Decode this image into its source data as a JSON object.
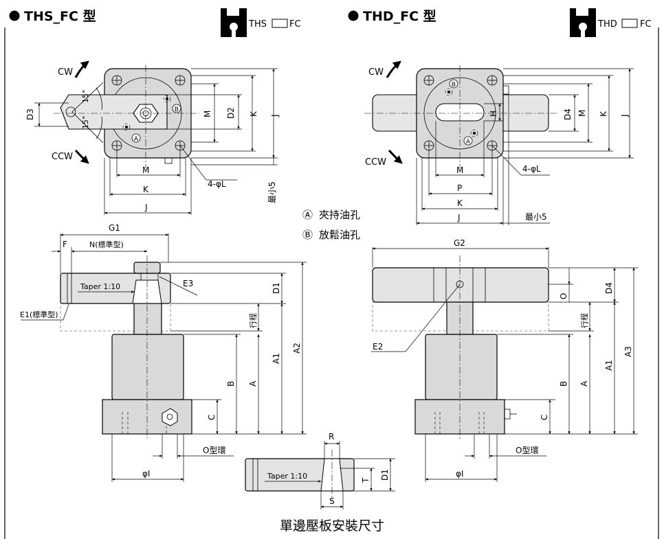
{
  "headings": {
    "ths": "THS_FC 型",
    "thd": "THD_FC 型"
  },
  "model_codes": {
    "ths_prefix": "THS",
    "ths_suffix": "FC",
    "thd_prefix": "THD",
    "thd_suffix": "FC"
  },
  "legend": {
    "a_mark": "Ⓐ",
    "a_text": "夾持油孔",
    "b_mark": "Ⓑ",
    "b_text": "放鬆油孔"
  },
  "caption": "單邊壓板安裝尺寸",
  "labels": {
    "cw": "CW",
    "ccw": "CCW",
    "d2": "D2",
    "d3": "D3",
    "d4": "D4",
    "m": "M",
    "k": "K",
    "j": "J",
    "h": "H",
    "p": "P",
    "l4": "4-φL",
    "min5": "最小5",
    "deg15a": "15°",
    "deg15b": "15°",
    "a_circ": "A",
    "b_circ": "B",
    "g1": "G1",
    "g2": "G2",
    "f": "F",
    "n_std": "N(標準型)",
    "e1_std": "E1(標準型)",
    "e2": "E2",
    "e3": "E3",
    "taper": "Taper 1:10",
    "d1": "D1",
    "stroke": "行程",
    "a1": "A1",
    "a2": "A2",
    "a3": "A3",
    "a": "A",
    "b": "B",
    "c": "C",
    "o": "O",
    "oring": "O型環",
    "phi_i": "φI",
    "r": "R",
    "s": "S",
    "t": "T"
  },
  "icon_names": [
    "floppy-disk-icon",
    "circled-a-icon",
    "circled-b-icon",
    "rotation-arrow-icon"
  ]
}
